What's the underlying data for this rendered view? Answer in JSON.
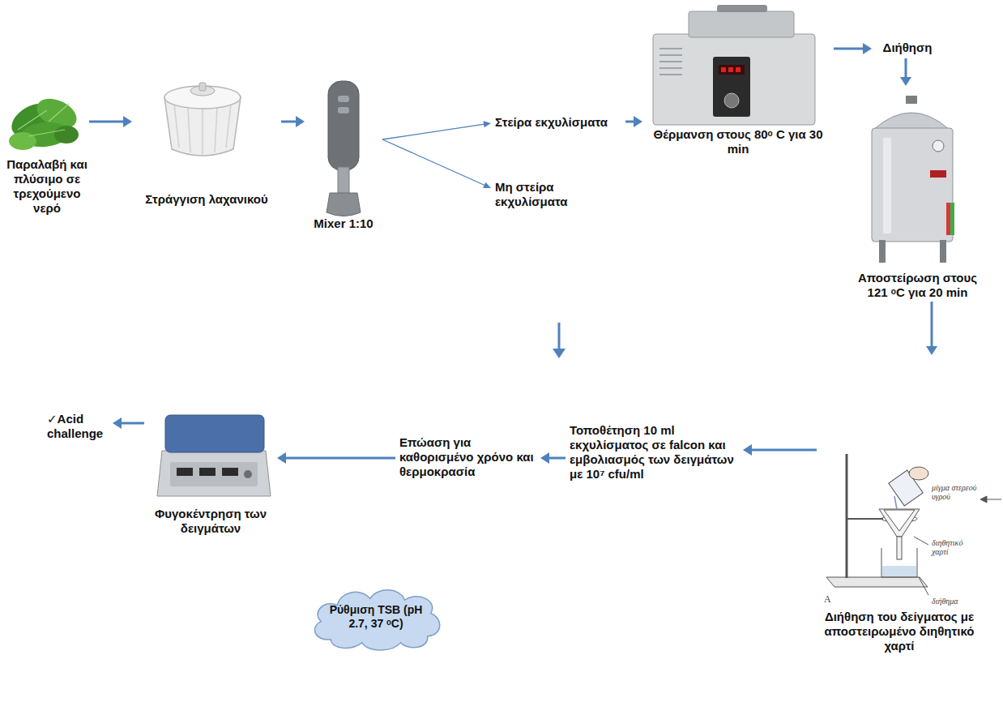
{
  "diagram": {
    "nodes": [
      {
        "text": [
          "Παραλαβή και πλύσιμο σε τρεχούμενο νερό"
        ]
      },
      {
        "text": [
          "Στράγγιση λαχανικού"
        ]
      },
      {
        "text": [
          "Mixer 1:10"
        ]
      },
      {
        "text": [
          "Στείρα εκχυλίσματα"
        ]
      },
      {
        "text": [
          "Μη στείρα εκχυλίσματα"
        ]
      },
      {
        "text": [
          "Θέρμανση στους 80ᵒ C για 30 min"
        ]
      },
      {
        "text": [
          "Διήθηση"
        ]
      },
      {
        "text": [
          "Αποστείρωση στους 121 ᵒC για 20 min"
        ]
      },
      {
        "text": [
          "Διήθηση του δείγματος με αποστειρωμένο διηθητικό χαρτί"
        ]
      },
      {
        "text": [
          "Τοποθέτηση 10 ml εκχυλίσματος σε falcon και εμβολιασμός των δειγμάτων με 10⁷ cfu/ml"
        ]
      },
      {
        "text": [
          "Επώαση για καθορισμένο χρόνο και θερμοκρασία"
        ]
      },
      {
        "text": [
          "Φυγοκέντρηση των δειγμάτων"
        ]
      },
      {
        "text": [
          "✓Acid challenge"
        ]
      },
      {
        "text": [
          "Ρύθμιση TSB (pH 2.7, 37 ᵒC)"
        ]
      }
    ],
    "edges": [
      {
        "from": 0,
        "to": 1,
        "arrow": "to"
      },
      {
        "from": 1,
        "to": 2,
        "arrow": "to"
      },
      {
        "from": 2,
        "to": 3,
        "arrow": "to"
      },
      {
        "from": 2,
        "to": 4,
        "arrow": "to"
      },
      {
        "from": 3,
        "to": 5,
        "arrow": "to"
      },
      {
        "from": 5,
        "to": 6,
        "arrow": "to"
      },
      {
        "from": 6,
        "to": 7,
        "arrow": "to"
      },
      {
        "from": 7,
        "to": 8,
        "arrow": "to"
      },
      {
        "from": 8,
        "to": 9,
        "arrow": "to"
      },
      {
        "from": 9,
        "to": 10,
        "arrow": "to"
      },
      {
        "from": 10,
        "to": 11,
        "arrow": "to"
      },
      {
        "from": 11,
        "to": 12,
        "arrow": "to"
      }
    ],
    "labels": [
      "μίγμα στερεού υγρού",
      "διηθητικό χαρτί",
      "διήθημα",
      "A"
    ]
  }
}
